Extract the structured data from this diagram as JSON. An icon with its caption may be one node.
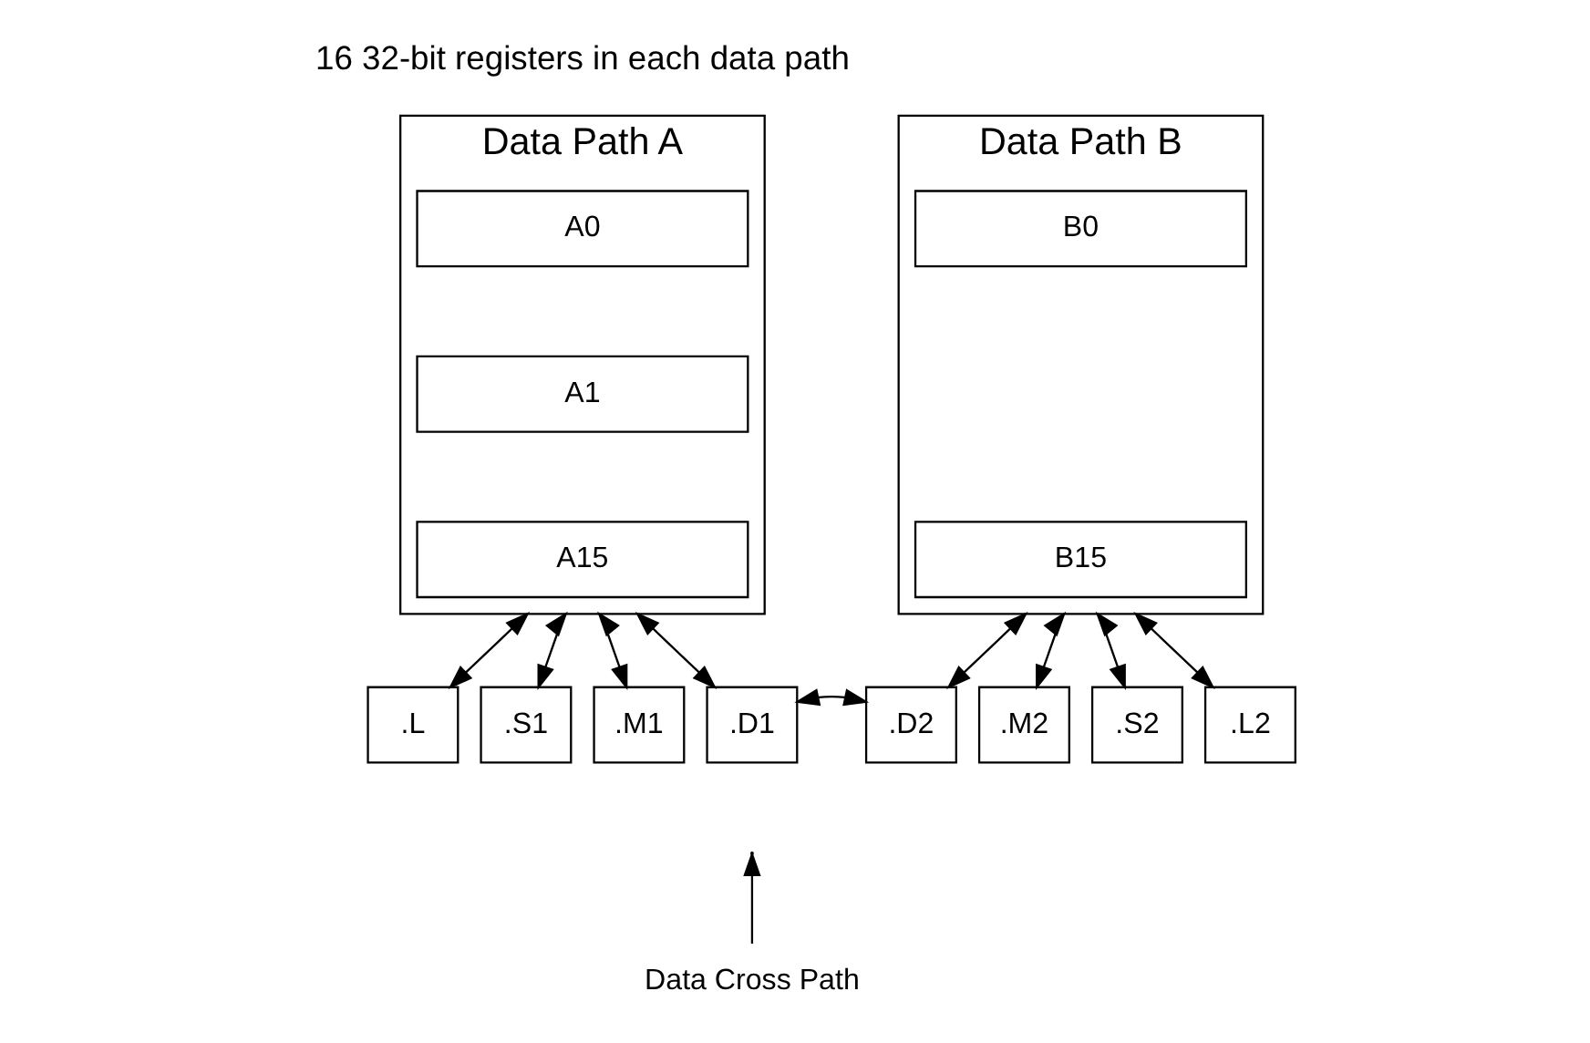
{
  "diagram": {
    "nodes": [
      {
        "text": [
          "Data Path A"
        ]
      },
      {
        "text": [
          "A0"
        ],
        "in": 0
      },
      {
        "text": [
          "A1"
        ],
        "in": 0
      },
      {
        "text": [
          "A15"
        ],
        "in": 0
      },
      {
        "text": [
          "Data Path B"
        ]
      },
      {
        "text": [
          "B0"
        ],
        "in": 4
      },
      {
        "text": [
          "B15"
        ],
        "in": 4
      },
      {
        "text": [
          ".L"
        ]
      },
      {
        "text": [
          ".S1"
        ]
      },
      {
        "text": [
          ".M1"
        ]
      },
      {
        "text": [
          ".D1"
        ]
      },
      {
        "text": [
          ".D2"
        ]
      },
      {
        "text": [
          ".M2"
        ]
      },
      {
        "text": [
          ".S2"
        ]
      },
      {
        "text": [
          ".L2"
        ]
      },
      {
        "text": [
          "Data Cross Path"
        ]
      }
    ],
    "edges": [
      {
        "from": 0,
        "to": 7,
        "arrow": "both"
      },
      {
        "from": 0,
        "to": 8,
        "arrow": "both"
      },
      {
        "from": 0,
        "to": 9,
        "arrow": "both"
      },
      {
        "from": 0,
        "to": 10,
        "arrow": "both"
      },
      {
        "from": 10,
        "to": 11,
        "arrow": "both"
      },
      {
        "from": 4,
        "to": 11,
        "arrow": "both"
      },
      {
        "from": 4,
        "to": 12,
        "arrow": "both"
      },
      {
        "from": 4,
        "to": 13,
        "arrow": "both"
      },
      {
        "from": 4,
        "to": 14,
        "arrow": "both"
      },
      {
        "from": 15,
        "to": null,
        "arrow": "to"
      }
    ],
    "labels": [
      "16 32-bit registers in each data path"
    ]
  }
}
